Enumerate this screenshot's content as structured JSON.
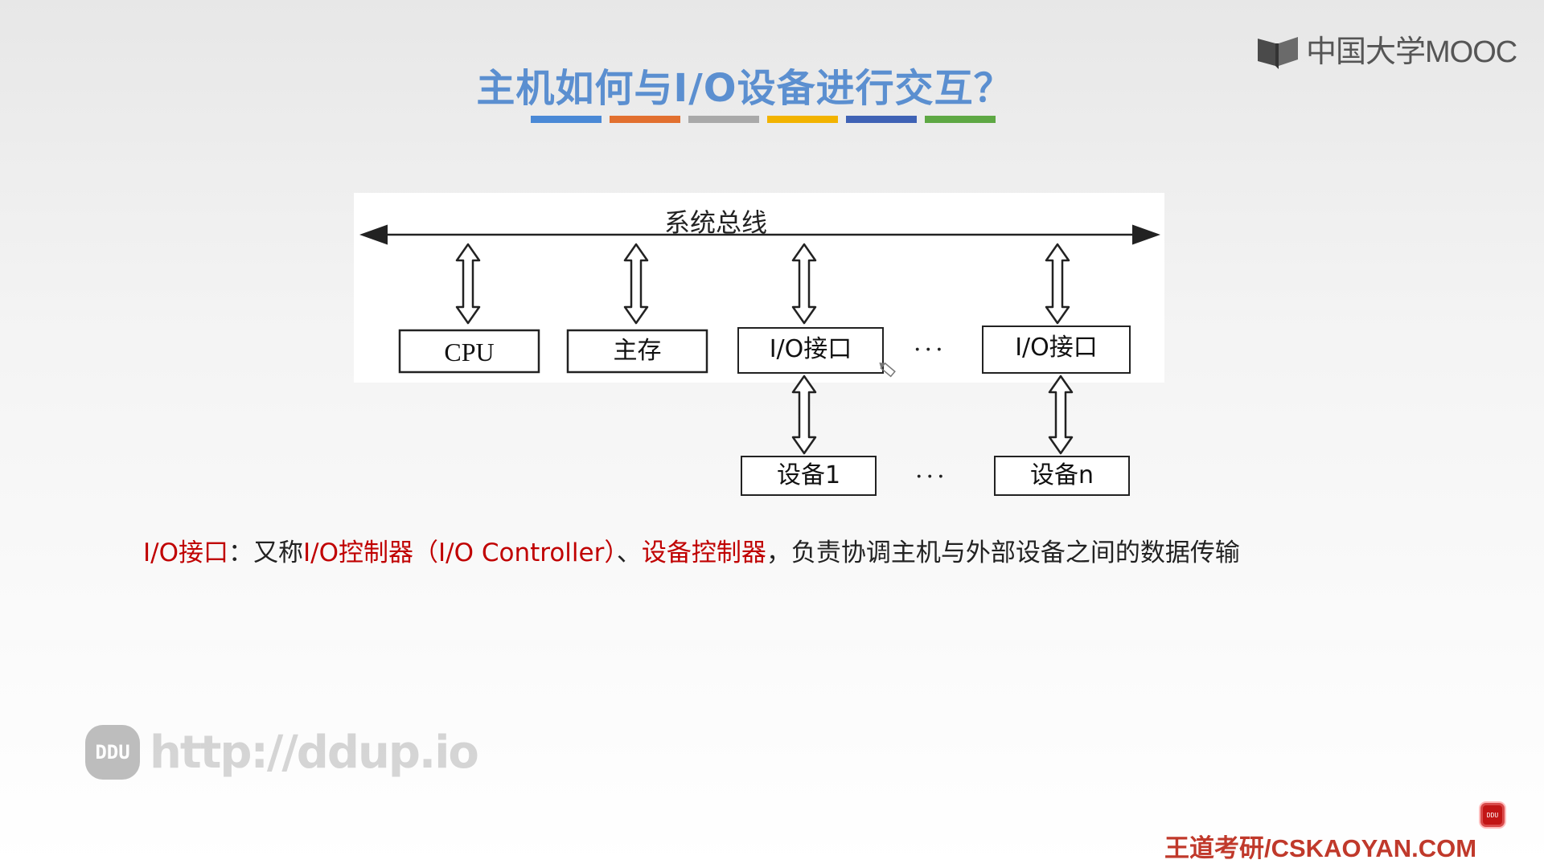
{
  "logo": {
    "text": "中国大学MOOC"
  },
  "slide": {
    "title": "主机如何与I/O设备进行交互？",
    "title_bar_colors": [
      "#4a89d6",
      "#e2702f",
      "#a9a9a9",
      "#f2b300",
      "#3f62b5",
      "#5ea844"
    ]
  },
  "diagram": {
    "bus_label": "系统总线",
    "boxes": {
      "cpu": "CPU",
      "main_memory": "主存",
      "io_interface_1": "I/O接口",
      "io_interface_n": "I/O接口",
      "device_1": "设备1",
      "device_n": "设备n"
    },
    "ellipsis_top": "···",
    "ellipsis_bottom": "···"
  },
  "note": {
    "term": "I/O接口",
    "colon": "：",
    "text_1": "又称",
    "term_2": "I/O控制器",
    "paren": "（I/O Controller）",
    "sep": "、",
    "term_3": "设备控制器",
    "text_2": "，负责协调主机与外部设备之间的数据传输"
  },
  "watermark": {
    "badge": "DDU",
    "url": "http://ddup.io"
  },
  "corner_badge": "DDU",
  "footer": {
    "text": "王道考研/CSKAOYAN.COM"
  },
  "colors": {
    "title": "#5b8fd0",
    "highlight": "#c00000",
    "footer": "#c0392b"
  }
}
